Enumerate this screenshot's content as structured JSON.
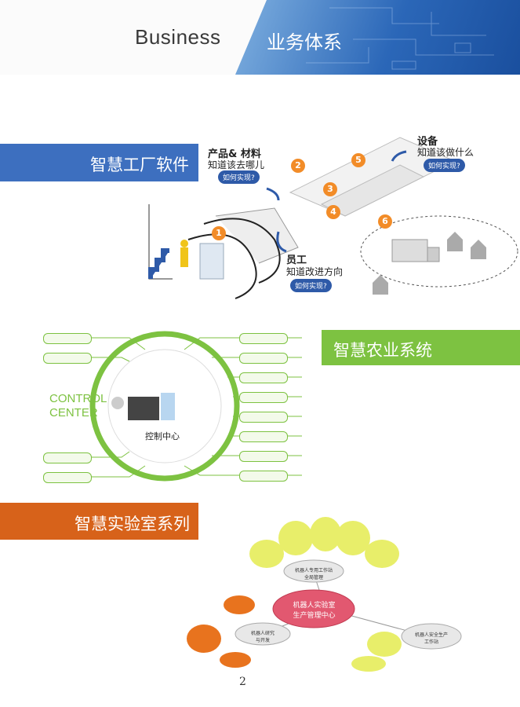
{
  "header": {
    "title_en": "Business",
    "title_cn": "业务体系"
  },
  "sections": {
    "factory": {
      "banner": "智慧工厂软件",
      "product_title": "产品& 材料",
      "product_sub": "知道该去哪儿",
      "product_pill": "如何实现?",
      "equip_title": "设备",
      "equip_sub": "知道该做什么",
      "equip_pill": "如何实现?",
      "staff_title": "员工",
      "staff_sub": "知道改进方向",
      "staff_pill": "如何实现?",
      "steps": [
        "1",
        "2",
        "3",
        "4",
        "5",
        "6"
      ]
    },
    "agri": {
      "banner": "智慧农业系统",
      "control_en": "CONTROL",
      "control_en2": "CENTER",
      "control_cn": "控制中心"
    },
    "lab": {
      "banner": "智慧实验室系列",
      "center": "机器人实验室\n生产管理中心",
      "left_hub": "机器人研究\n与开发",
      "top_hub": "机器人专用工作站\n全局管理",
      "right_hub": "机器人安全生产\n工作站"
    }
  },
  "page_number": "2",
  "colors": {
    "blue": "#3d6fbf",
    "green": "#7dc241",
    "orange": "#d7621a",
    "yellow": "#e8ee6a"
  }
}
